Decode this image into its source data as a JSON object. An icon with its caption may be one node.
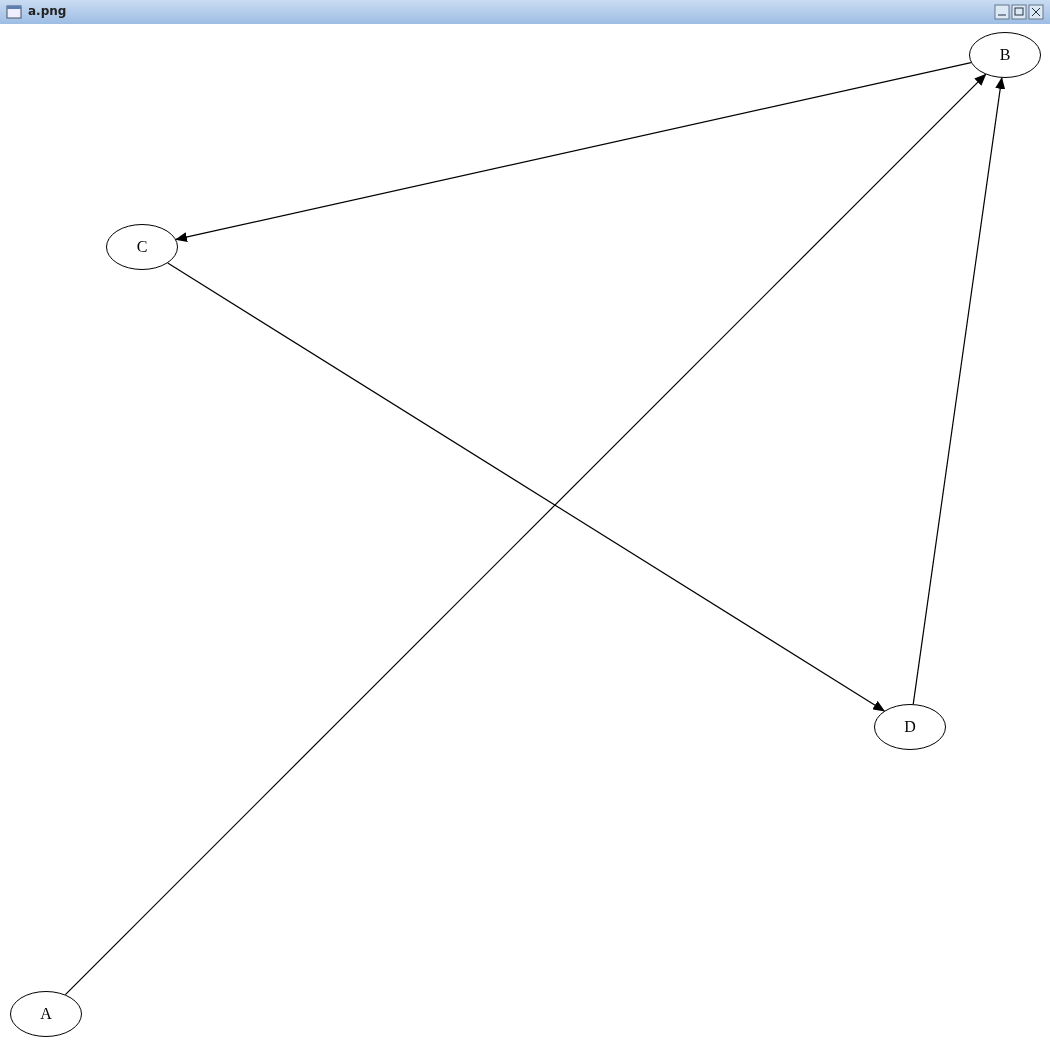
{
  "diagram": {
    "title": "a.png",
    "nodes": [
      {
        "text": [
          "B"
        ]
      },
      {
        "text": [
          "C"
        ]
      },
      {
        "text": [
          "D"
        ]
      },
      {
        "text": [
          "A"
        ]
      }
    ],
    "edges": [
      {
        "from": 0,
        "to": 1,
        "arrow": "to"
      },
      {
        "from": 1,
        "to": 2,
        "arrow": "to"
      },
      {
        "from": 3,
        "to": 0,
        "arrow": "to"
      },
      {
        "from": 2,
        "to": 0,
        "arrow": "to"
      }
    ]
  }
}
